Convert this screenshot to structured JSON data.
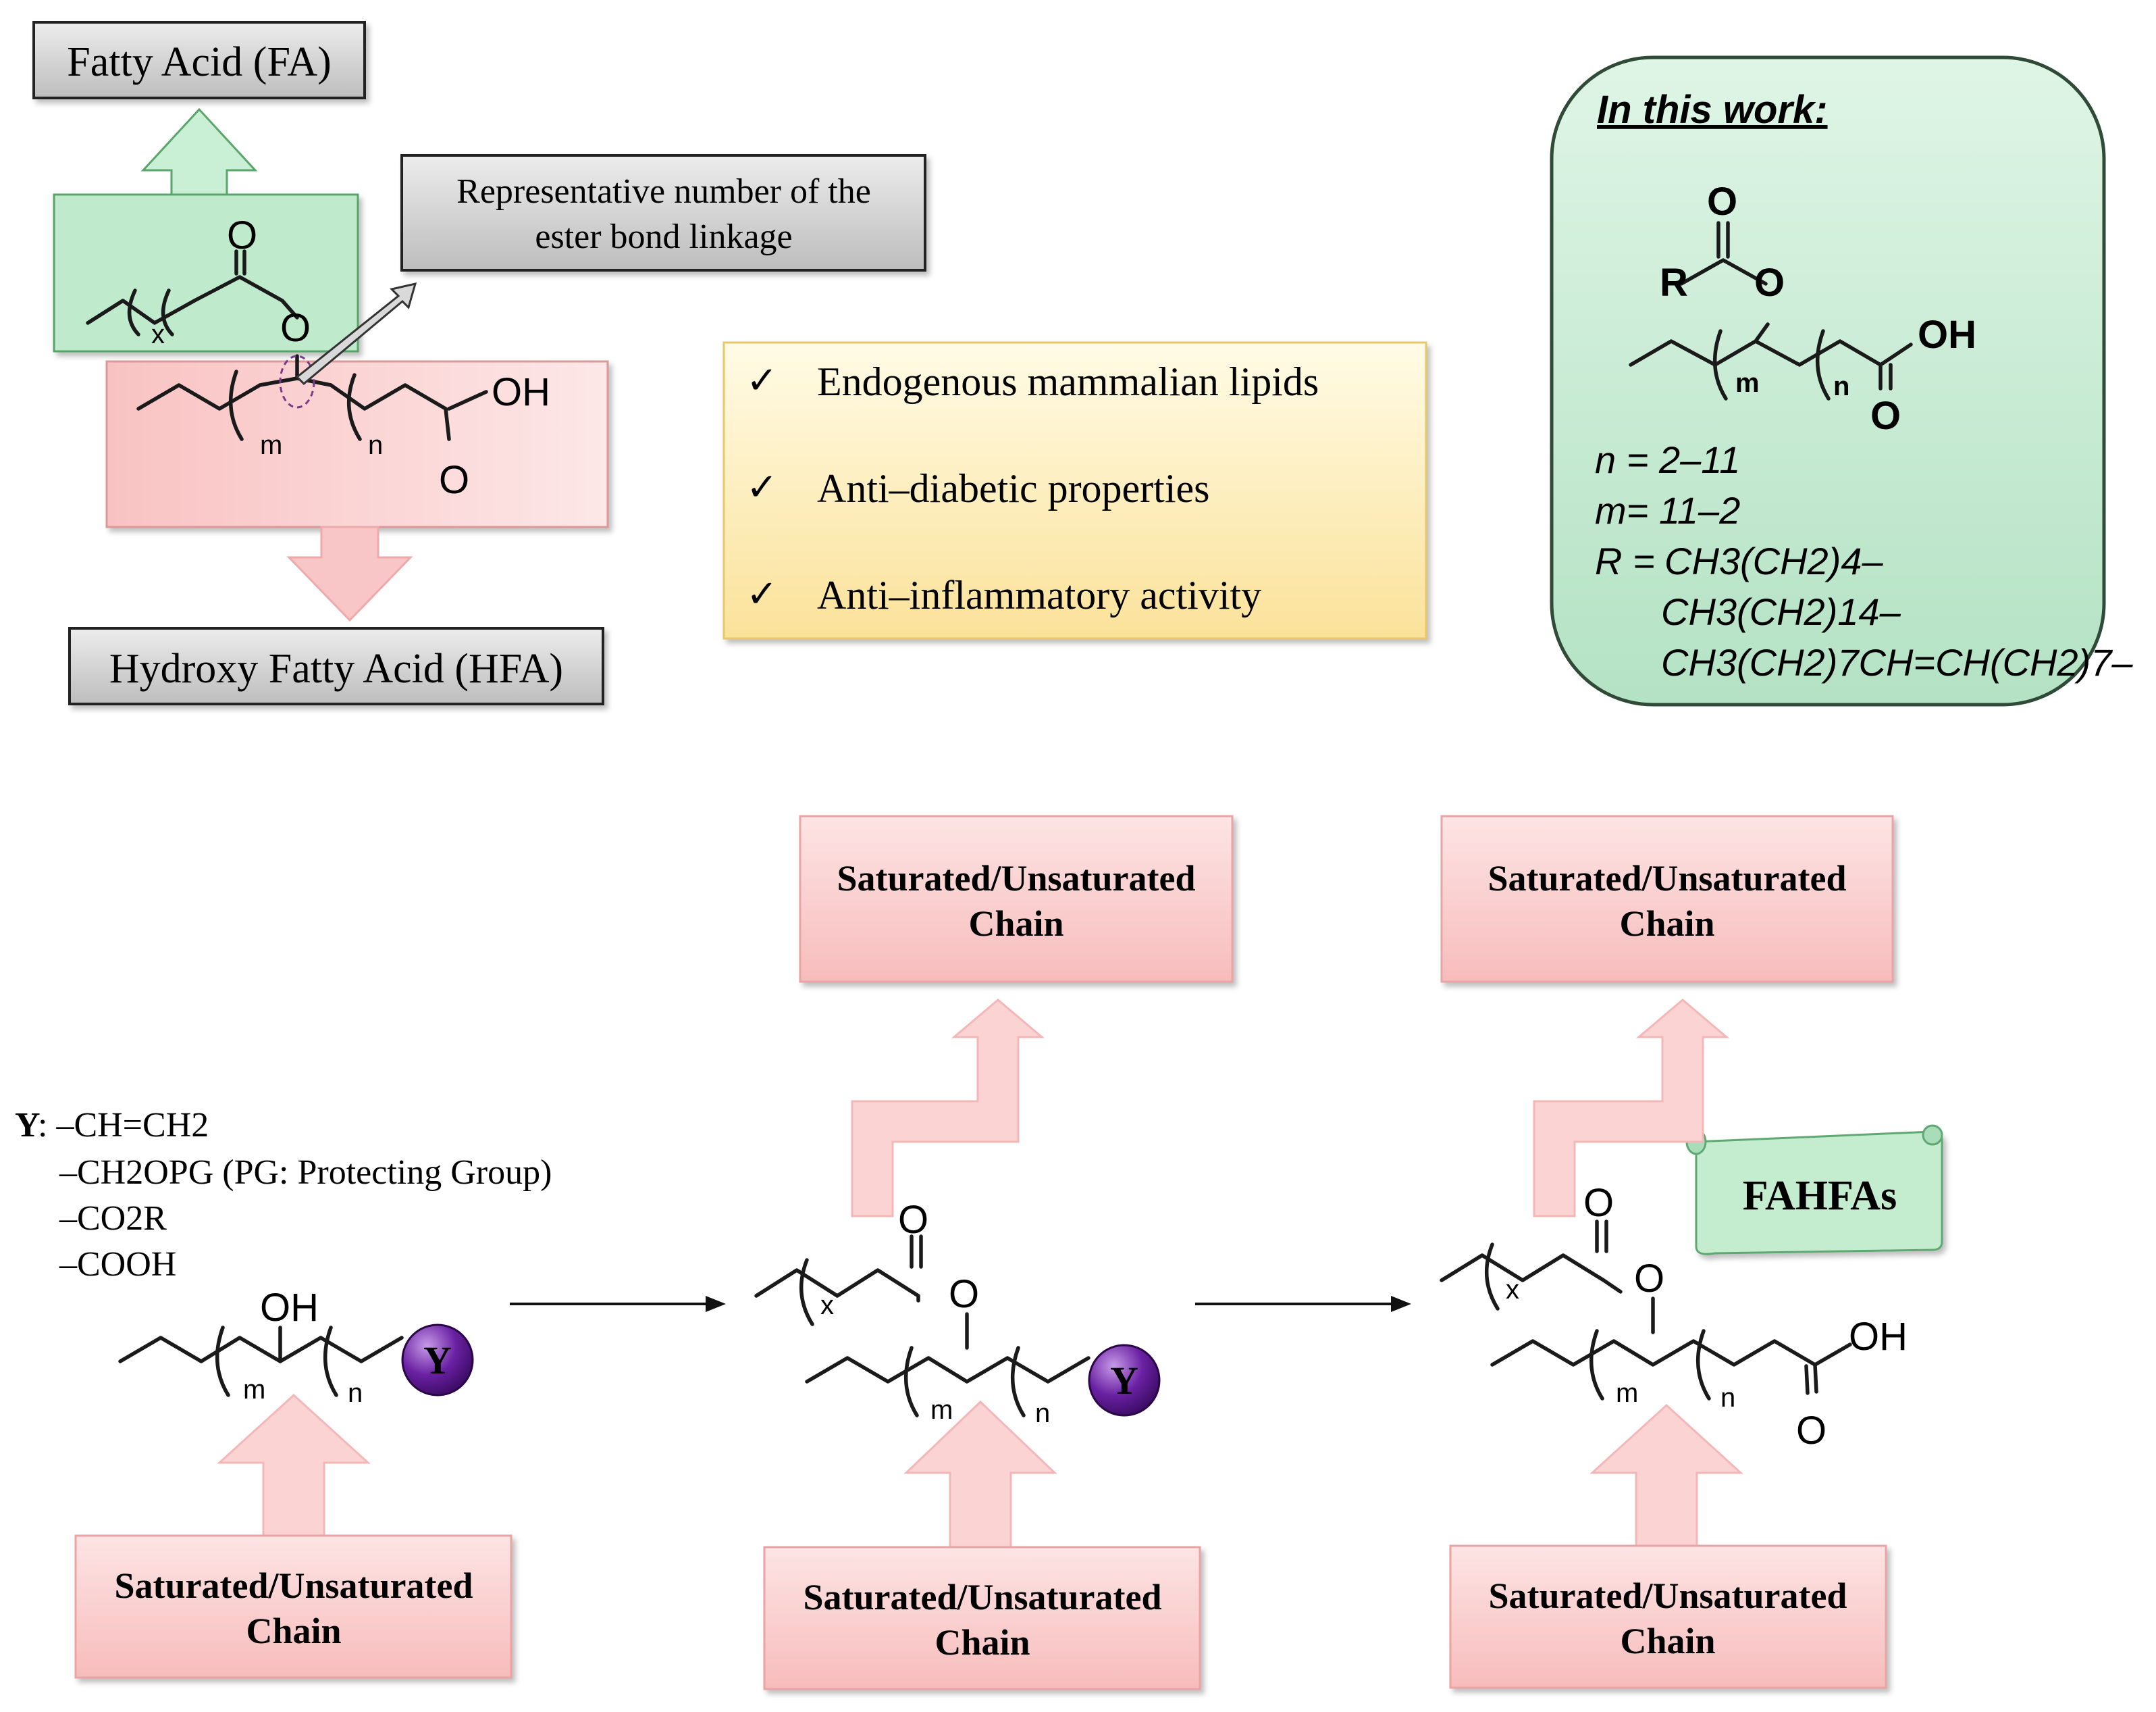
{
  "labels": {
    "fatty_acid": "Fatty Acid (FA)",
    "hydroxy_fatty_acid": "Hydroxy Fatty Acid (HFA)",
    "ester_callout_line1": "Representative number of the",
    "ester_callout_line2": "ester bond linkage",
    "in_this_work": "In this work:",
    "fahfas": "FAHFAs",
    "chain_line1": "Saturated/Unsaturated",
    "chain_line2": "Chain"
  },
  "checklist": {
    "mark": "✓",
    "items": [
      "Endogenous mammalian lipids",
      "Anti–diabetic properties",
      "Anti–inflammatory activity"
    ]
  },
  "in_this_work": {
    "n_range": "n = 2–11",
    "m_range": "m= 11–2",
    "r_prefix": "R = ",
    "r1": "CH3(CH2)4–",
    "r2": "CH3(CH2)14–",
    "r3": "CH3(CH2)7CH=CH(CH2)7–"
  },
  "y_legend": {
    "y_label": "Y",
    "option1": ": –CH=CH2",
    "option2": "–CH2OPG (PG: Protecting Group)",
    "option3": "–CO2R",
    "option4": "–COOH"
  },
  "atoms": {
    "O": "O",
    "OH": "OH",
    "R": "R",
    "Y": "Y",
    "x": "x",
    "m": "m",
    "n": "n"
  },
  "colors": {
    "pink_fill": "#fbd3d3",
    "pink_arrow": "#f7c4c4",
    "green_fill": "#c7ebd3",
    "green_border": "#4a8f5b",
    "gray_fill": "#d4d4d4",
    "yellow_fill": "#fdf0bf",
    "purple": "#5b1a8a"
  }
}
